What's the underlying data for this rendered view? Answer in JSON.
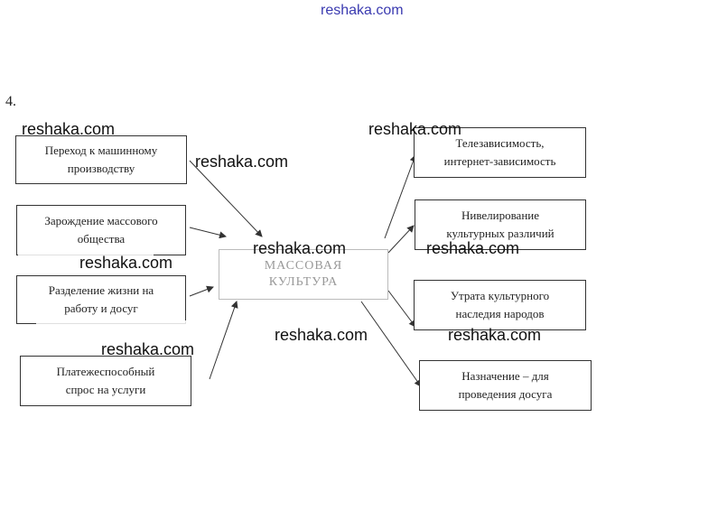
{
  "header": {
    "site": "reshaka.com"
  },
  "task_number": "4.",
  "diagram": {
    "center": {
      "line1": "МАССОВАЯ",
      "line2": "КУЛЬТУРА"
    },
    "causes": [
      {
        "line1": "Переход к машинному",
        "line2": "производству"
      },
      {
        "line1": "Зарождение массового",
        "line2": "общества"
      },
      {
        "line1": "Разделение жизни на",
        "line2": "работу и досуг"
      },
      {
        "line1": "Платежеспособный",
        "line2": "спрос на услуги"
      }
    ],
    "effects": [
      {
        "line1": "Телезависимость,",
        "line2": "интернет-зависимость"
      },
      {
        "line1": "Нивелирование",
        "line2": "культурных различий"
      },
      {
        "line1": "Утрата культурного",
        "line2": "наследия народов"
      },
      {
        "line1": "Назначение – для",
        "line2": "проведения досуга"
      }
    ]
  },
  "watermarks": [
    "reshaka.com",
    "reshaka.com",
    "reshaka.com",
    "reshaka.com",
    "reshaka.com",
    "reshaka.com",
    "reshaka.com",
    "reshaka.com",
    "reshaka.com"
  ]
}
